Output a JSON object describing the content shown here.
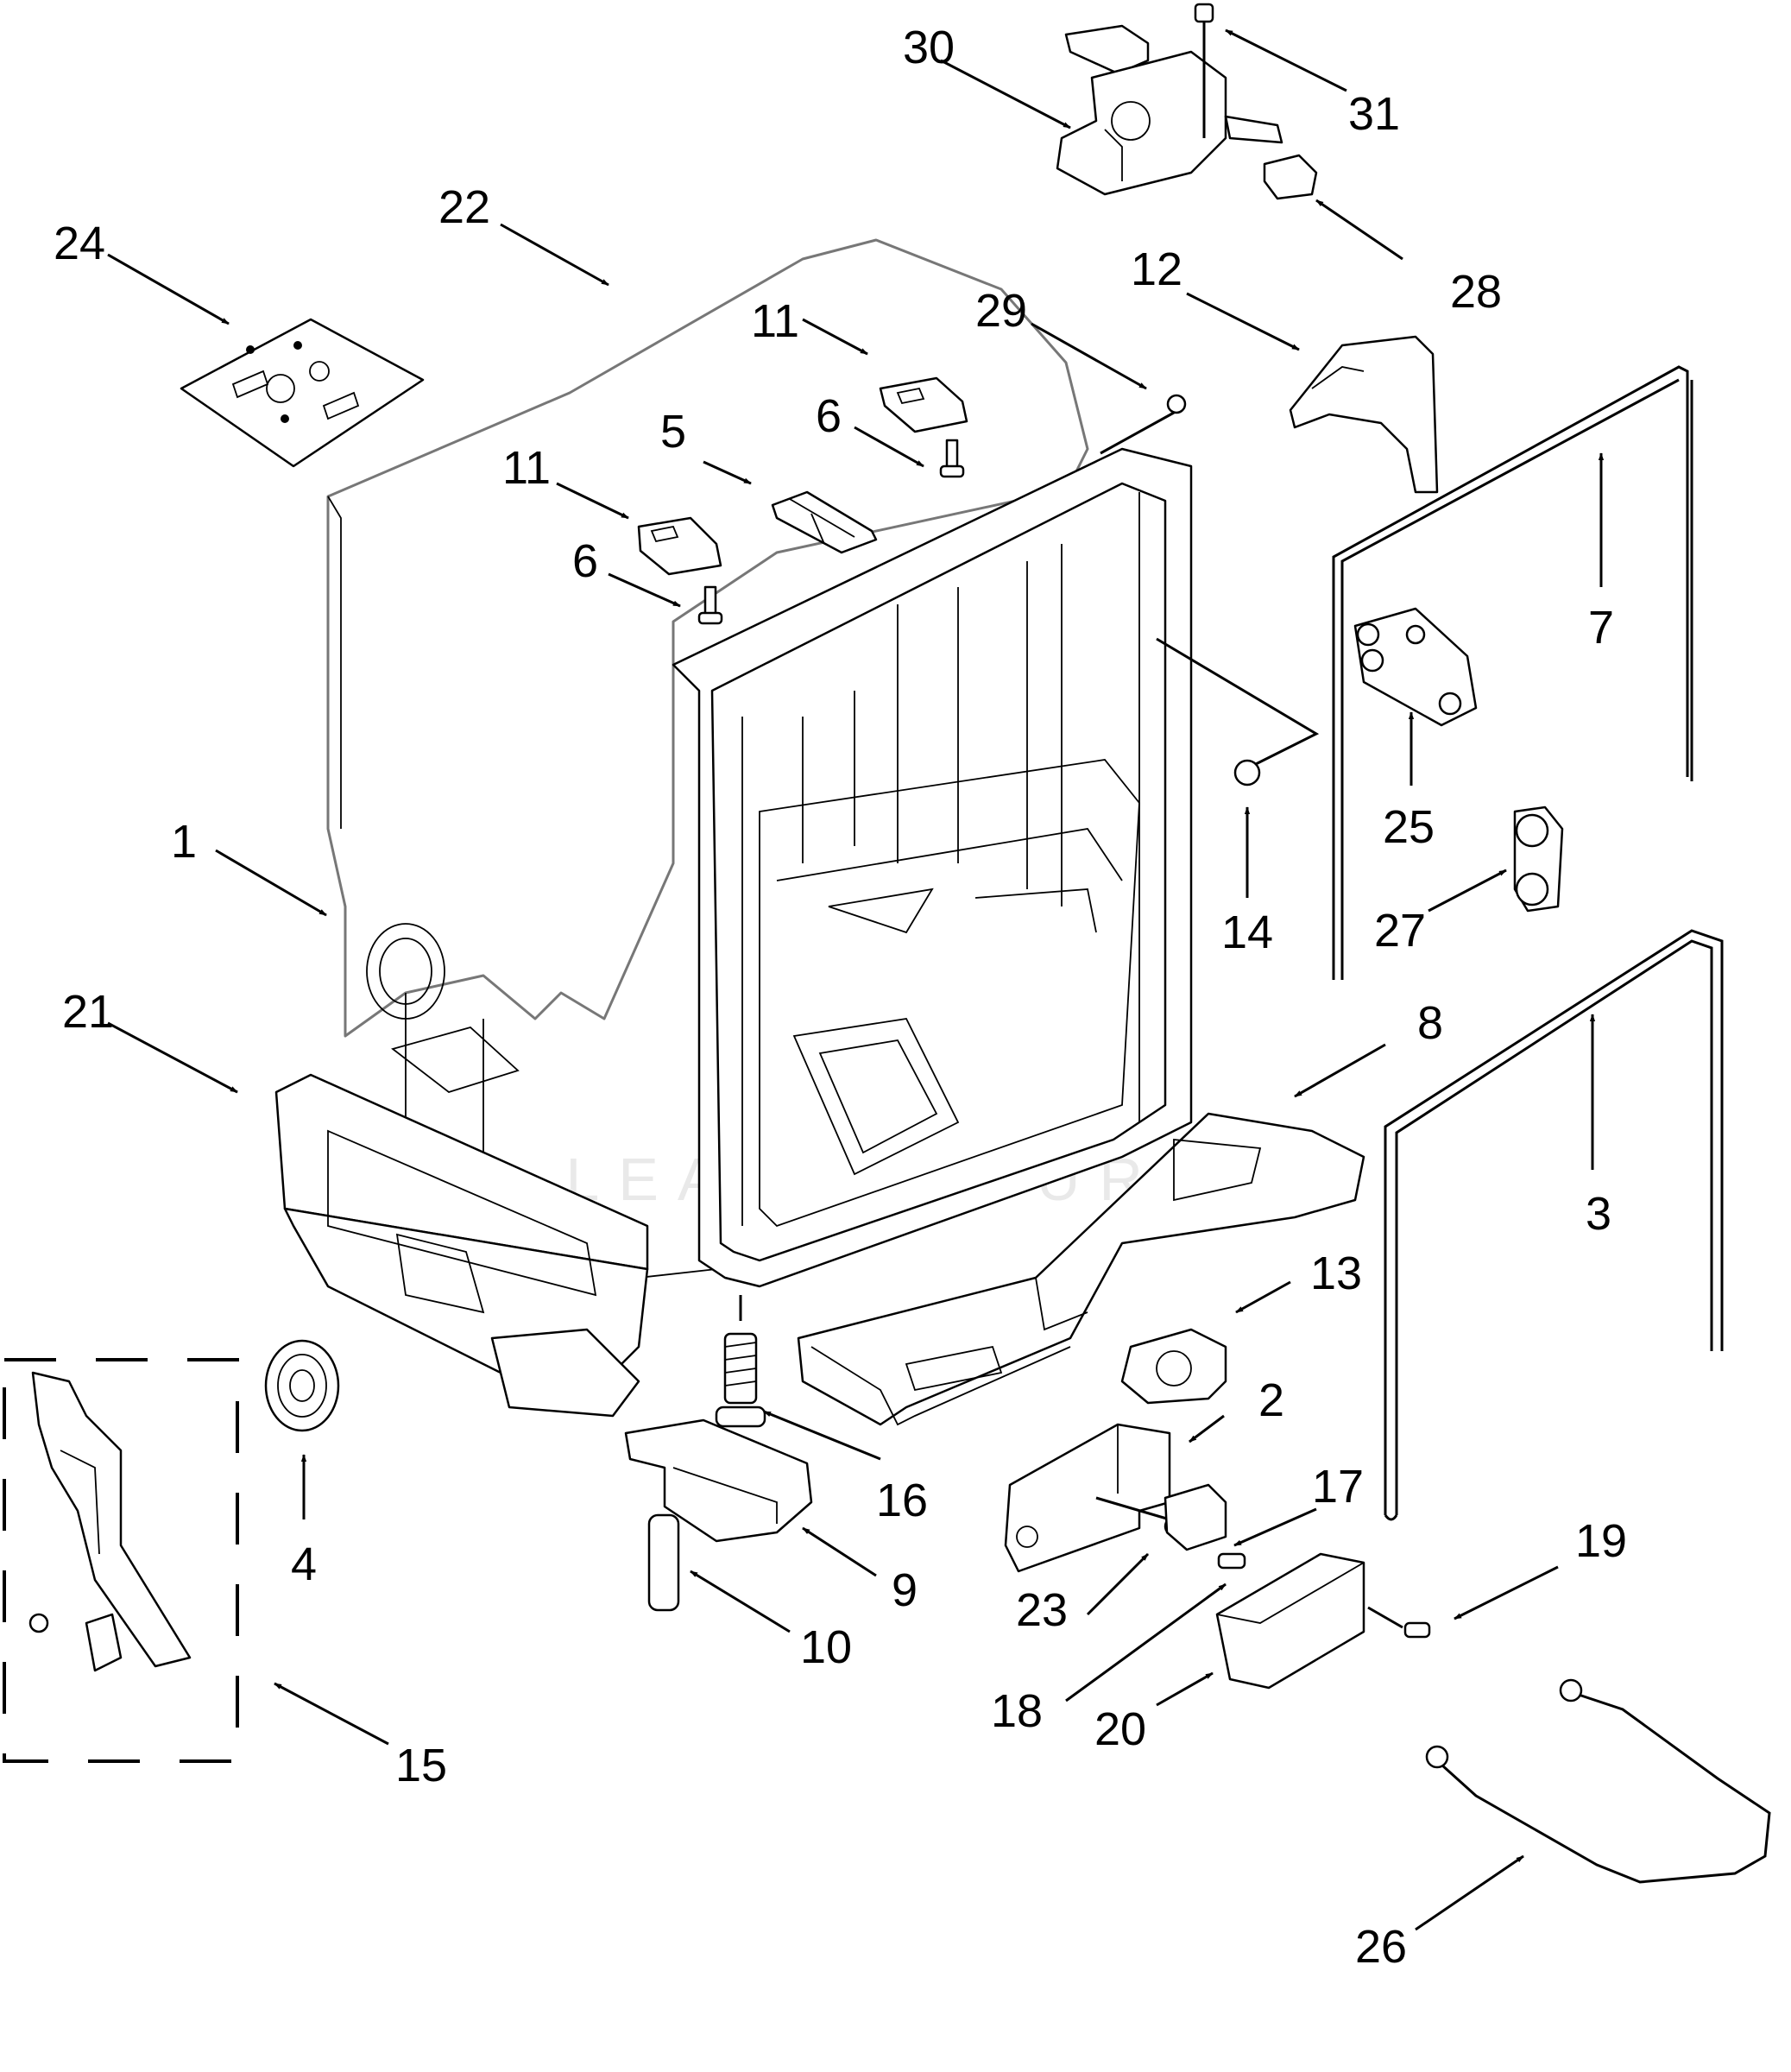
{
  "diagram": {
    "watermark": "LEADVENTURE",
    "callouts": [
      {
        "id": "1",
        "label": "1"
      },
      {
        "id": "2",
        "label": "2"
      },
      {
        "id": "3",
        "label": "3"
      },
      {
        "id": "4",
        "label": "4"
      },
      {
        "id": "5",
        "label": "5"
      },
      {
        "id": "6a",
        "label": "6"
      },
      {
        "id": "6b",
        "label": "6"
      },
      {
        "id": "7",
        "label": "7"
      },
      {
        "id": "8",
        "label": "8"
      },
      {
        "id": "9",
        "label": "9"
      },
      {
        "id": "10",
        "label": "10"
      },
      {
        "id": "11a",
        "label": "11"
      },
      {
        "id": "11b",
        "label": "11"
      },
      {
        "id": "12",
        "label": "12"
      },
      {
        "id": "13",
        "label": "13"
      },
      {
        "id": "14",
        "label": "14"
      },
      {
        "id": "15",
        "label": "15"
      },
      {
        "id": "16",
        "label": "16"
      },
      {
        "id": "17",
        "label": "17"
      },
      {
        "id": "18",
        "label": "18"
      },
      {
        "id": "19",
        "label": "19"
      },
      {
        "id": "20",
        "label": "20"
      },
      {
        "id": "21",
        "label": "21"
      },
      {
        "id": "22",
        "label": "22"
      },
      {
        "id": "23",
        "label": "23"
      },
      {
        "id": "24",
        "label": "24"
      },
      {
        "id": "25",
        "label": "25"
      },
      {
        "id": "26",
        "label": "26"
      },
      {
        "id": "27",
        "label": "27"
      },
      {
        "id": "28",
        "label": "28"
      },
      {
        "id": "29",
        "label": "29"
      },
      {
        "id": "30",
        "label": "30"
      },
      {
        "id": "31",
        "label": "31"
      }
    ]
  }
}
